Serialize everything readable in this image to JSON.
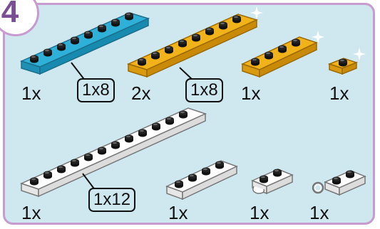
{
  "step": "4",
  "colors": {
    "blue": "#2fb0d8",
    "yellow": "#f2b21a",
    "white": "#ffffff",
    "background": "#cfe8f0",
    "border": "#c79ad0"
  },
  "parts": [
    {
      "qty": "1x",
      "size": "1x8",
      "color": "blue"
    },
    {
      "qty": "2x",
      "size": "1x8",
      "color": "yellow"
    },
    {
      "qty": "1x",
      "size": "",
      "color": "yellow",
      "studs": 4
    },
    {
      "qty": "1x",
      "size": "",
      "color": "yellow",
      "studs": 1
    },
    {
      "qty": "1x",
      "size": "1x12",
      "color": "white"
    },
    {
      "qty": "1x",
      "size": "",
      "color": "white",
      "studs": 4
    },
    {
      "qty": "1x",
      "size": "",
      "color": "white",
      "studs": 2,
      "variant": "clip"
    },
    {
      "qty": "1x",
      "size": "",
      "color": "white",
      "studs": 2,
      "variant": "ring"
    }
  ]
}
